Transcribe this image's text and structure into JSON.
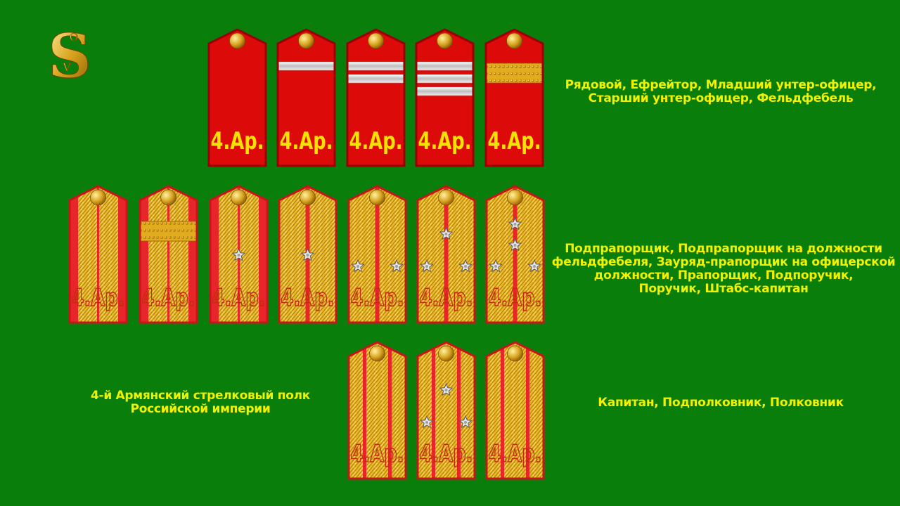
{
  "logo": {
    "monogram": "S",
    "letter_top": "O",
    "letter_bottom": "V"
  },
  "captions": {
    "row1": [
      "Рядовой, Ефрейтор, Младший унтер-офицер,",
      "Старший унтер-офицер, Фельдфебель"
    ],
    "row2": [
      "Подпрапорщик, Подпрапорщик на должности",
      "фельдфебеля, Зауряд-прапорщик на офицерской",
      "должности, Прапорщик, Подпоручик,",
      "Поручик, Штабс-капитан"
    ],
    "row3": [
      "Капитан, Подполковник, Полковник"
    ],
    "regiment": [
      "4-й Армянский стрелковый полк",
      "Российской империи"
    ]
  },
  "cipher": "4.Ар.",
  "colors": {
    "background": "#097e0a",
    "caption": "#f2f200",
    "red": "#dd0a0a",
    "gold": "#e8b82a",
    "silver": "#dcdcdc"
  },
  "straps": [
    {
      "id": "ryadovoy",
      "base": "red",
      "stripes": []
    },
    {
      "id": "efreitor",
      "base": "red",
      "stripes": [
        "silver"
      ]
    },
    {
      "id": "ml-unter-ofitser",
      "base": "red",
      "stripes": [
        "silver",
        "silver"
      ]
    },
    {
      "id": "st-unter-ofitser",
      "base": "red",
      "stripes": [
        "silver",
        "silver",
        "silver"
      ]
    },
    {
      "id": "feldfebel",
      "base": "red",
      "stripes": [
        "gold-wide"
      ]
    },
    {
      "id": "podpraporshchik",
      "base": "red-gold-center",
      "stars": 0
    },
    {
      "id": "podpraporshchik-feldfebel",
      "base": "red-gold-center",
      "stripes": [
        "gold-wide"
      ],
      "stars": 0
    },
    {
      "id": "zauryad-praporshchik",
      "base": "red-gold-center",
      "stars": 1
    },
    {
      "id": "praporshchik",
      "base": "gold-1",
      "stars": 1
    },
    {
      "id": "podporuchik",
      "base": "gold-1",
      "stars": 2
    },
    {
      "id": "poruchik",
      "base": "gold-1",
      "stars": 3
    },
    {
      "id": "shtabs-kapitan",
      "base": "gold-1",
      "stars": 4
    },
    {
      "id": "kapitan",
      "base": "gold-2",
      "stars": 0
    },
    {
      "id": "podpolkovnik",
      "base": "gold-2",
      "stars": 3
    },
    {
      "id": "polkovnik",
      "base": "gold-2",
      "stars": 0
    }
  ]
}
